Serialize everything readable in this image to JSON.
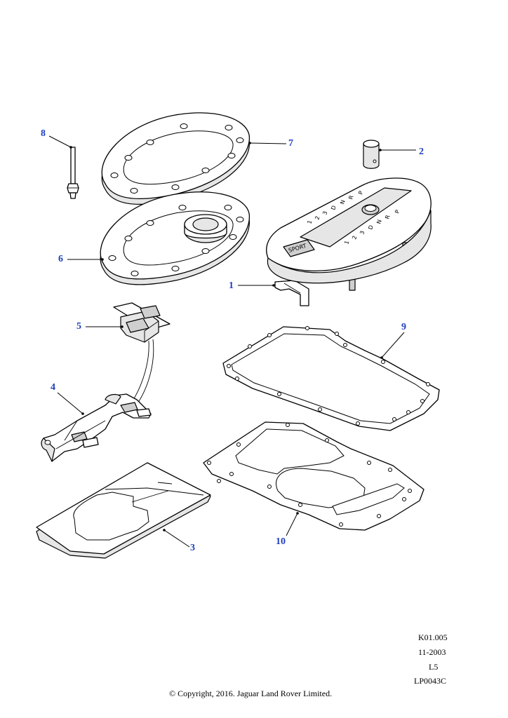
{
  "callouts": [
    {
      "id": "1",
      "label": "1"
    },
    {
      "id": "2",
      "label": "2"
    },
    {
      "id": "3",
      "label": "3"
    },
    {
      "id": "4",
      "label": "4"
    },
    {
      "id": "5",
      "label": "5"
    },
    {
      "id": "6",
      "label": "6"
    },
    {
      "id": "7",
      "label": "7"
    },
    {
      "id": "8",
      "label": "8"
    },
    {
      "id": "9",
      "label": "9"
    },
    {
      "id": "10",
      "label": "10"
    }
  ],
  "meta": {
    "ref": "K01.005",
    "date": "11-2003",
    "level": "L5",
    "code": "LP0043C"
  },
  "copyright": "© Copyright, 2016. Jaguar Land Rover Limited.",
  "gate_letters": [
    "P",
    "R",
    "N",
    "D",
    "3",
    "2",
    "1"
  ],
  "colors": {
    "callout": "#1f3fbf",
    "line": "#000000",
    "shade": "#e6e6e6"
  }
}
